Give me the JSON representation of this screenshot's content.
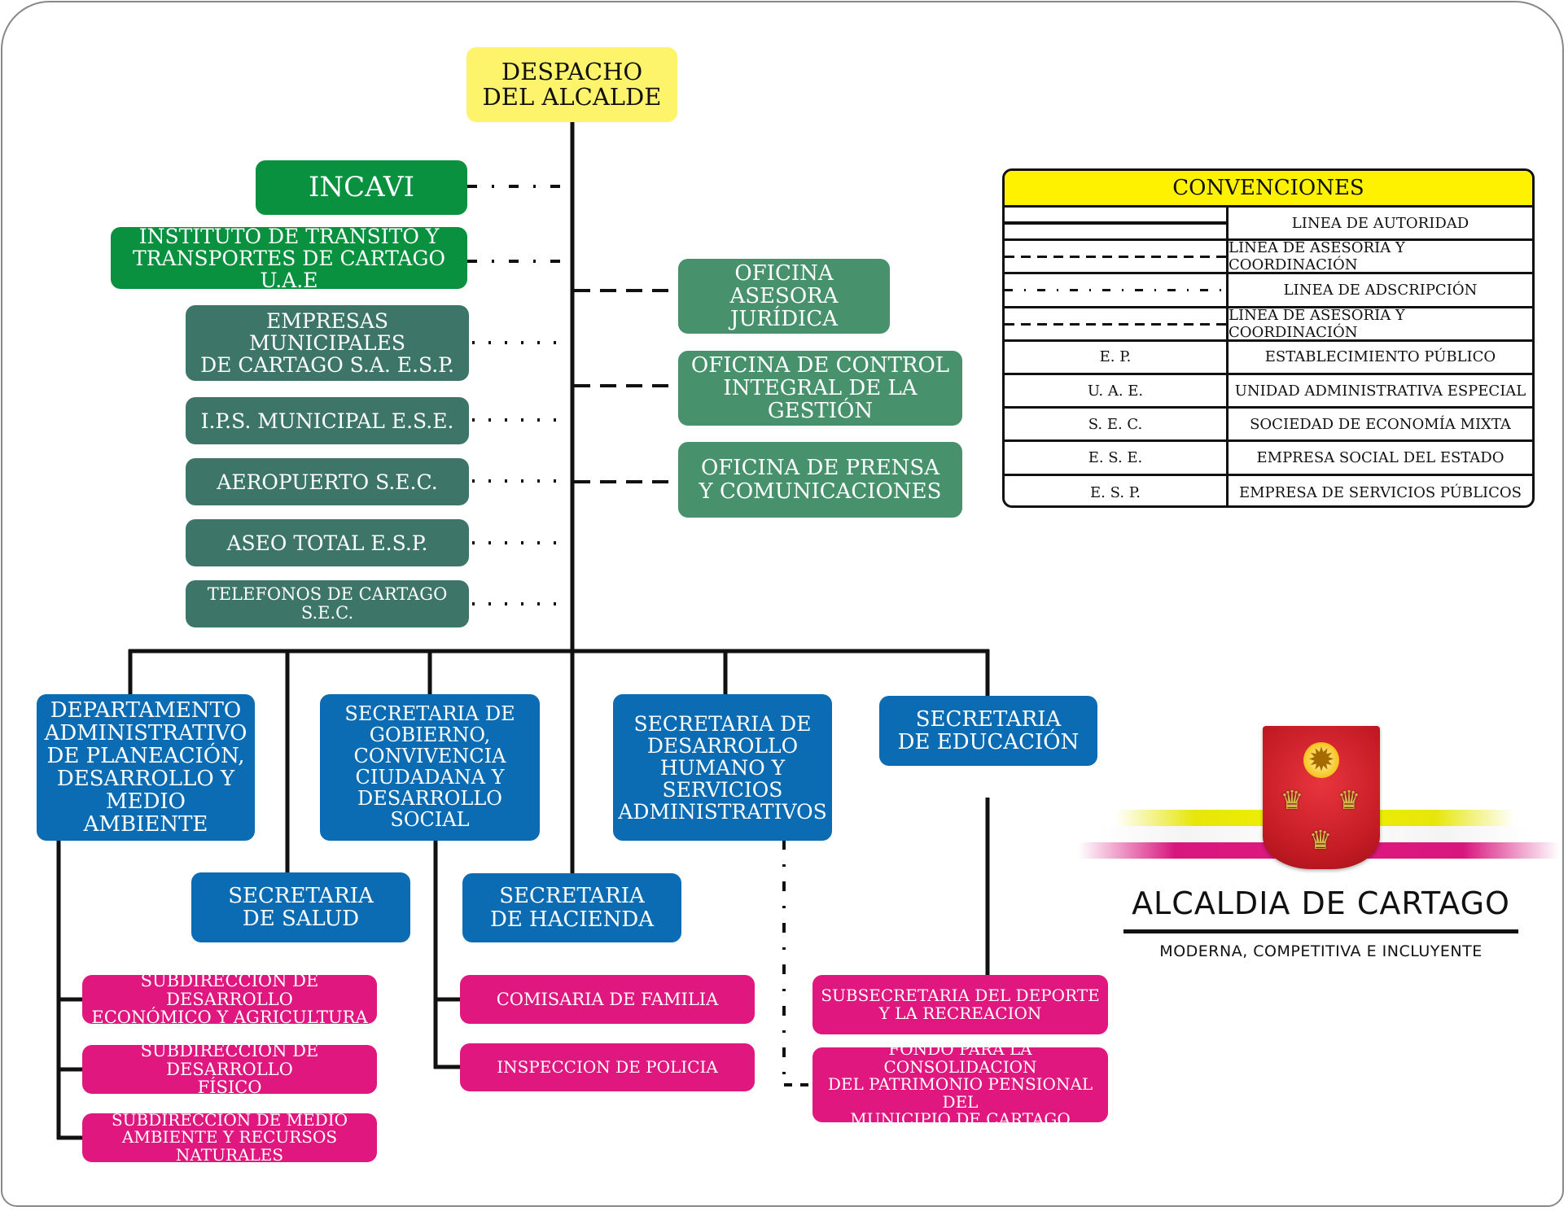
{
  "chart": {
    "root": {
      "label": "DESPACHO\nDEL ALCALDE"
    },
    "adscribed_entities": [
      {
        "label": "INCAVI",
        "line": "adscripcion"
      },
      {
        "label": "INSTITUTO DE TRANSITO Y\nTRANSPORTES DE CARTAGO U.A.E",
        "line": "adscripcion"
      },
      {
        "label": "EMPRESAS MUNICIPALES\nDE CARTAGO S.A. E.S.P.",
        "line": "dotted"
      },
      {
        "label": "I.P.S. MUNICIPAL E.S.E.",
        "line": "dotted"
      },
      {
        "label": "AEROPUERTO S.E.C.",
        "line": "dotted"
      },
      {
        "label": "ASEO TOTAL E.S.P.",
        "line": "dotted"
      },
      {
        "label": "TELEFONOS DE CARTAGO S.E.C.",
        "line": "dotted"
      }
    ],
    "advisory_offices": [
      {
        "label": "OFICINA\nASESORA JURÍDICA"
      },
      {
        "label": "OFICINA DE CONTROL\nINTEGRAL DE LA GESTIÓN"
      },
      {
        "label": "OFICINA DE PRENSA\nY COMUNICACIONES"
      }
    ],
    "secretariats": [
      {
        "label": "DEPARTAMENTO\nADMINISTRATIVO\nDE PLANEACIÓN,\nDESARROLLO Y\nMEDIO AMBIENTE"
      },
      {
        "label": "SECRETARIA\nDE SALUD"
      },
      {
        "label": "SECRETARIA DE\nGOBIERNO,\nCONVIVENCIA\nCIUDADANA Y\nDESARROLLO SOCIAL"
      },
      {
        "label": "SECRETARIA\nDE HACIENDA"
      },
      {
        "label": "SECRETARIA DE\nDESARROLLO\nHUMANO Y\nSERVICIOS\nADMINISTRATIVOS"
      },
      {
        "label": "SECRETARIA\nDE EDUCACIÓN"
      }
    ],
    "subunits": {
      "planeacion": [
        {
          "label": "SUBDIRECCIÓN DE DESARROLLO\nECONÓMICO Y AGRICULTURA"
        },
        {
          "label": "SUBDIRECCIÓN DE DESARROLLO\nFÍSICO"
        },
        {
          "label": "SUBDIRECCIÓN DE MEDIO\nAMBIENTE Y RECURSOS NATURALES"
        }
      ],
      "gobierno": [
        {
          "label": "COMISARIA DE FAMILIA"
        },
        {
          "label": "INSPECCION DE POLICIA"
        }
      ],
      "educacion": [
        {
          "label": "SUBSECRETARIA DEL DEPORTE\nY LA RECREACION"
        }
      ],
      "desarrollo_humano": [
        {
          "label": "FONDO PARA LA CONSOLIDACION\nDEL PATRIMONIO PENSIONAL DEL\nMUNICIPIO DE CARTAGO"
        }
      ]
    }
  },
  "legend": {
    "title": "CONVENCIONES",
    "rows": [
      {
        "key": "",
        "key_style": "solid",
        "value": "LINEA DE AUTORIDAD"
      },
      {
        "key": "",
        "key_style": "dashed",
        "value": "LINEA DE ASESORÍA Y COORDINACIÓN"
      },
      {
        "key": "",
        "key_style": "dash-dot",
        "value": "LINEA DE ADSCRIPCIÓN"
      },
      {
        "key": "",
        "key_style": "dashed",
        "value": "LINEA DE ASESORÍA Y COORDINACIÓN"
      },
      {
        "key": "E. P.",
        "value": "ESTABLECIMIENTO PÚBLICO"
      },
      {
        "key": "U. A. E.",
        "value": "UNIDAD ADMINISTRATIVA ESPECIAL"
      },
      {
        "key": "S. E. C.",
        "value": "SOCIEDAD DE ECONOMÍA MIXTA"
      },
      {
        "key": "E. S. E.",
        "value": "EMPRESA SOCIAL DEL ESTADO"
      },
      {
        "key": "E. S. P.",
        "value": "EMPRESA DE SERVICIOS PÚBLICOS"
      }
    ]
  },
  "logo": {
    "title": "ALCALDIA DE CARTAGO",
    "subtitle": "MODERNA, COMPETITIVA E INCLUYENTE",
    "icons": {
      "shield": "coat-of-arms-icon",
      "sun": "sun-icon",
      "crown": "crown-icon"
    },
    "glyphs": {
      "sun": "✹",
      "crown": "♛"
    }
  },
  "colors": {
    "root": "#fdf46c",
    "decentralized_green": "#0a913f",
    "decentralized_teal": "#3d7669",
    "advisory": "#47926d",
    "secretariat": "#0b6cb3",
    "subunit": "#e0177e",
    "legend_header": "#fff200"
  }
}
